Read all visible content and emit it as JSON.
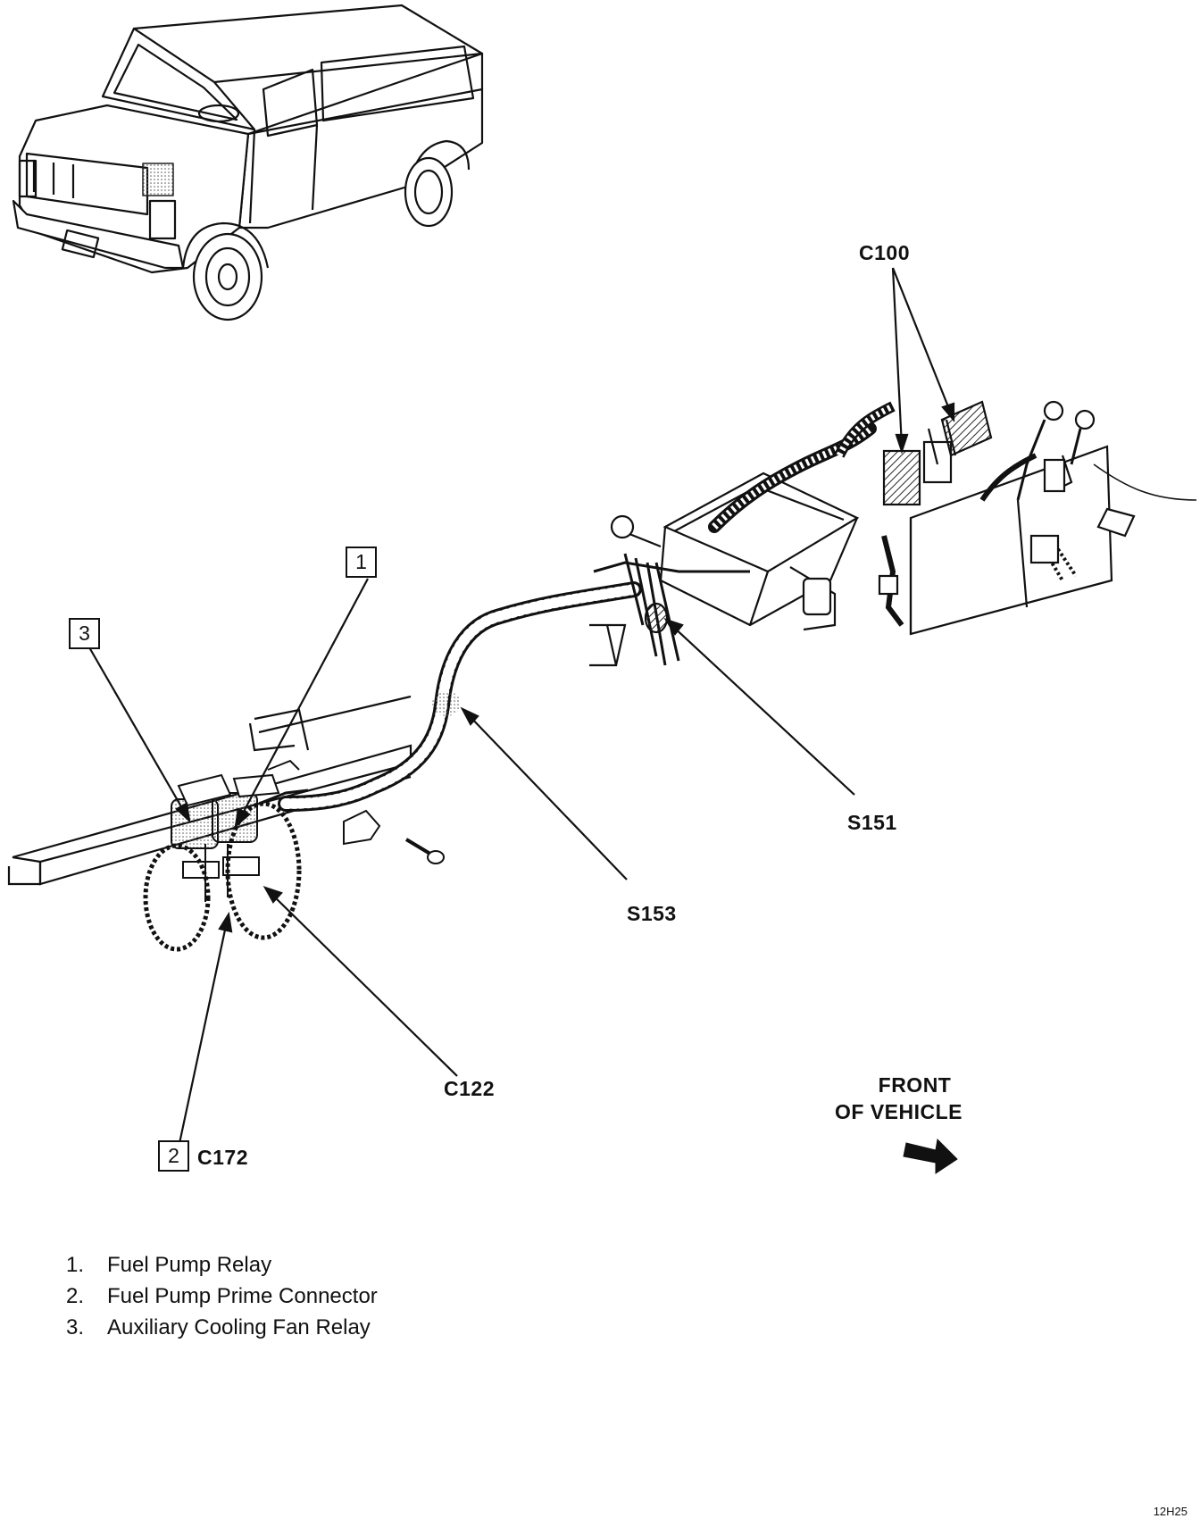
{
  "callouts": {
    "c100": "C100",
    "s151": "S151",
    "s153": "S153",
    "c122": "C122",
    "c172": "C172"
  },
  "boxes": {
    "b1": "1",
    "b2": "2",
    "b3": "3"
  },
  "direction": {
    "line1": "FRONT",
    "line2": "OF VEHICLE"
  },
  "legend": [
    {
      "num": "1.",
      "text": "Fuel Pump Relay"
    },
    {
      "num": "2.",
      "text": "Fuel Pump Prime Connector"
    },
    {
      "num": "3.",
      "text": "Auxiliary Cooling Fan Relay"
    }
  ],
  "figure_id": "12H25"
}
